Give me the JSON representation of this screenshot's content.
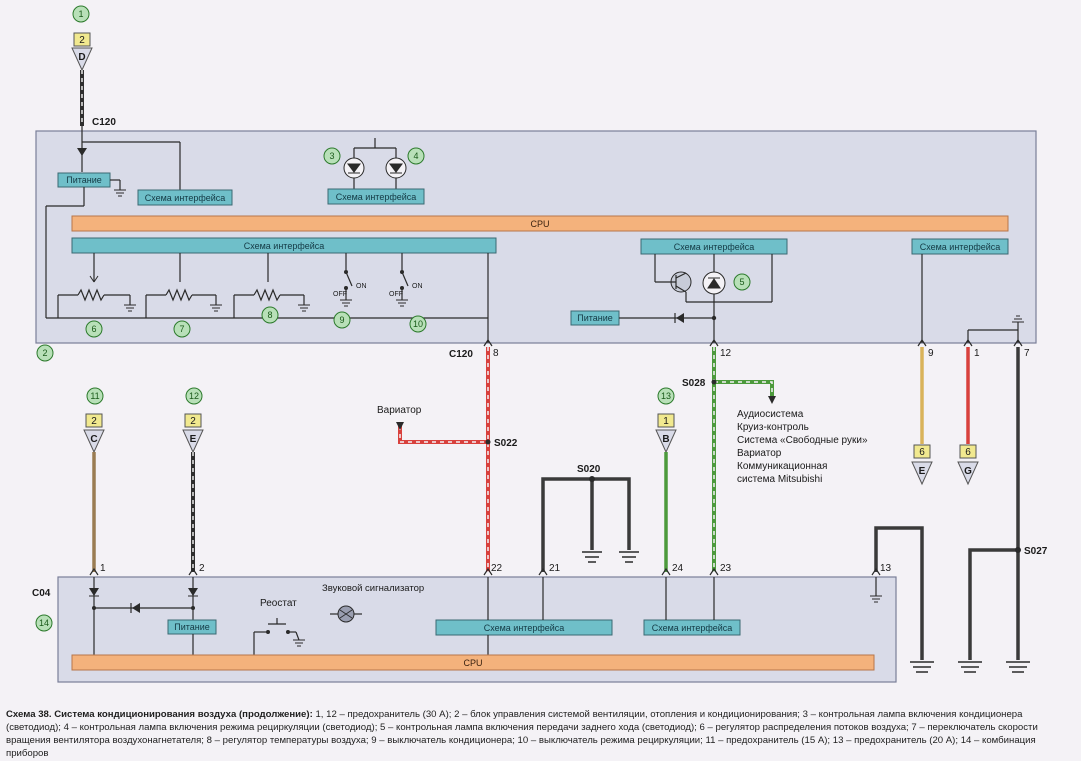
{
  "modules": {
    "upper_connector": "C120",
    "lower_connector": "C04",
    "interface_circuit": "Схема интерфейса",
    "power": "Питание",
    "cpu": "CPU",
    "splice_s022": "S022",
    "splice_s020": "S020",
    "splice_s028": "S028",
    "splice_s027": "S027",
    "rheostat": "Реостат",
    "buzzer": "Звуковой сигнализатор",
    "variator": "Вариатор",
    "switch_off": "OFF",
    "switch_on": "ON"
  },
  "callouts": [
    "1",
    "2",
    "3",
    "4",
    "5",
    "6",
    "7",
    "8",
    "9",
    "10",
    "11",
    "12",
    "13",
    "14"
  ],
  "pins": {
    "c120_8": "8",
    "c120_12": "12",
    "c120_9": "9",
    "c120_1": "1",
    "c120_7": "7",
    "c04_1": "1",
    "c04_2": "2",
    "c04_22": "22",
    "c04_21": "21",
    "c04_24": "24",
    "c04_23": "23",
    "c04_13": "13"
  },
  "fuse_tags": {
    "D": {
      "letter": "D",
      "num": "2"
    },
    "C": {
      "letter": "C",
      "num": "2"
    },
    "E_left": {
      "letter": "E",
      "num": "2"
    },
    "B": {
      "letter": "B",
      "num": "1"
    },
    "E_right": {
      "letter": "E",
      "num": "6"
    },
    "G": {
      "letter": "G",
      "num": "6"
    }
  },
  "s028_destinations": [
    "Аудиосистема",
    "Круиз-контроль",
    "Система «Свободные руки»",
    "Вариатор",
    "Коммуникационная",
    "система Mitsubishi"
  ],
  "colors": {
    "panel_bg": "#d9dbe8",
    "panel_border": "#7a7f98",
    "interface_box": "#6fbfc9",
    "cpu_bar": "#f4b27c",
    "wire_red": "#d8413d",
    "wire_green": "#4c9a3c",
    "wire_yellow": "#d9b35a",
    "wire_brown": "#9a7c52",
    "wire_black": "#3a3a3a",
    "tag_fill": "#f1e98f",
    "callout_fill": "#b8e0b8"
  },
  "caption": {
    "title": "Схема 38. Система кондиционирования воздуха (продолжение):",
    "text": " 1, 12 – предохранитель (30 А); 2 – блок управления системой вентиляции, отопления и кондиционирования; 3 – контрольная лампа включения кондиционера (светодиод); 4 – контрольная лампа включения режима рециркуляции (светодиод); 5 – контрольная лампа включения передачи заднего хода (светодиод); 6 – регулятор распределения потоков воздуха; 7 – переключатель скорости вращения вентилятора воздухонагнетателя; 8 – регулятор температуры воздуха; 9 – выключатель кондиционера; 10 – выключатель режима рециркуляции; 11 – предохранитель (15 А); 13 – предохранитель (20 А); 14 – комбинация приборов"
  }
}
